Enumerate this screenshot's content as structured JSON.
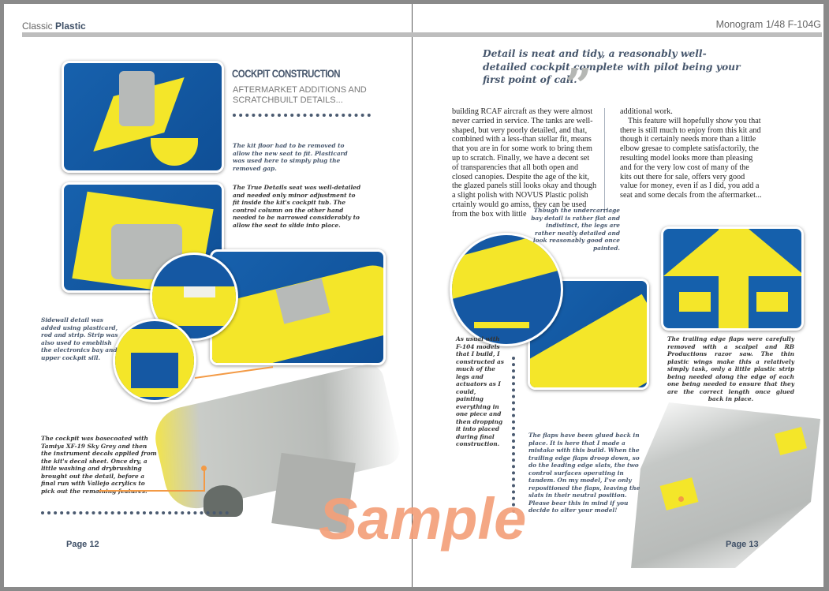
{
  "header": {
    "left_light": "Classic",
    "left_bold": "Plastic",
    "right": "Monogram 1/48 F-104G"
  },
  "left_page": {
    "title": "COCKPIT CONSTRUCTION",
    "subtitle": "AFTERMARKET ADDITIONS AND SCRATCHBUILT DETAILS...",
    "captions": {
      "floor": "The kit floor had to be removed to allow the new seat to fit. Plasticard was used here to simply plug the removed gap.",
      "seat": "The True Details seat was well-detailed and needed only minor adjustment to fit inside the kit's cockpit tub. The control column on the other hand needed to be narrowed considerably to allow the seat to slide into place.",
      "sidewall": "Sidewall detail was added using plasticard, rod and strip. Strip was also used to emeblish the electronics bay and upper cockpit sill.",
      "cockpit": "The cockpit was basecoated with Tamiya XF-19 Sky Grey and then the instrument decals applied from the kit's decal sheet. Once dry, a little washing and drybrushing brought out the detail, before a final run with Vallejo acrylics to pick out the remaining features."
    },
    "page_number": "Page 12"
  },
  "right_page": {
    "pull_quote": "Detail is neat and tidy, a reasonably well-detailed cockpit complete with pilot being your first point of call.",
    "quote_mark": "”",
    "column1": "building RCAF aircraft as they were almost never carried in service. The tanks are well-shaped, but very poorly detailed, and that, combined with a less-than stellar fit, means that you are in for some work to bring them up to scratch. Finally, we have a decent set of transparencies that all both open and closed canopies. Despite the age of the kit, the glazed panels still looks okay and though a slight polish with NOVUS Plastic polish crtainly would go amiss, they can be used from the box with little",
    "column2_p1": "additional work.",
    "column2_p2": "This feature will hopefully show you that there is still much to enjoy from this kit and though it certainly needs more than a little elbow gresae to complete satisfactorily, the resulting model looks more than pleasing and for the very low cost of many of the kits out there for sale, offers very good value for money, even if as I did, you add a seat and some decals from the aftermarket...",
    "captions": {
      "undercarriage": "Though the undercarriage bay detail is rather flat and indistinct, the legs are rather neatly detailed and look reasonably good once painted.",
      "legs": "As usual with F-104 models that I build, I constructed as much of the legs and actuators as I could, painting everything in one piece and then dropping it into placed during final construction.",
      "trailing": "The trailing edge flaps were carefully removed with a scalpel and RB Productions razor saw. The thin plastic wings make this a relatively simply task, only a little plastic strip being needed along the edge of each one being needed to ensure that they are the correct length once glued back in place.",
      "flaps": "The flaps have been glued back in place. It is here that I made a mistake with this build. When the trailing edge flaps droop down, so do the leading edge slats, the two control surfaces operating in tandem. On my model, I've only repositioned the flaps, leaving the slats in their neutral position. Please bear this in mind if you decide to alter your model!"
    },
    "page_number": "Page 13"
  },
  "watermark": "Sample",
  "colors": {
    "accent": "#46566c",
    "photo_blue": "#1761ad",
    "plastic_yellow": "#f4e629",
    "callout_orange": "#f39a45",
    "watermark": "#f4a07a"
  }
}
